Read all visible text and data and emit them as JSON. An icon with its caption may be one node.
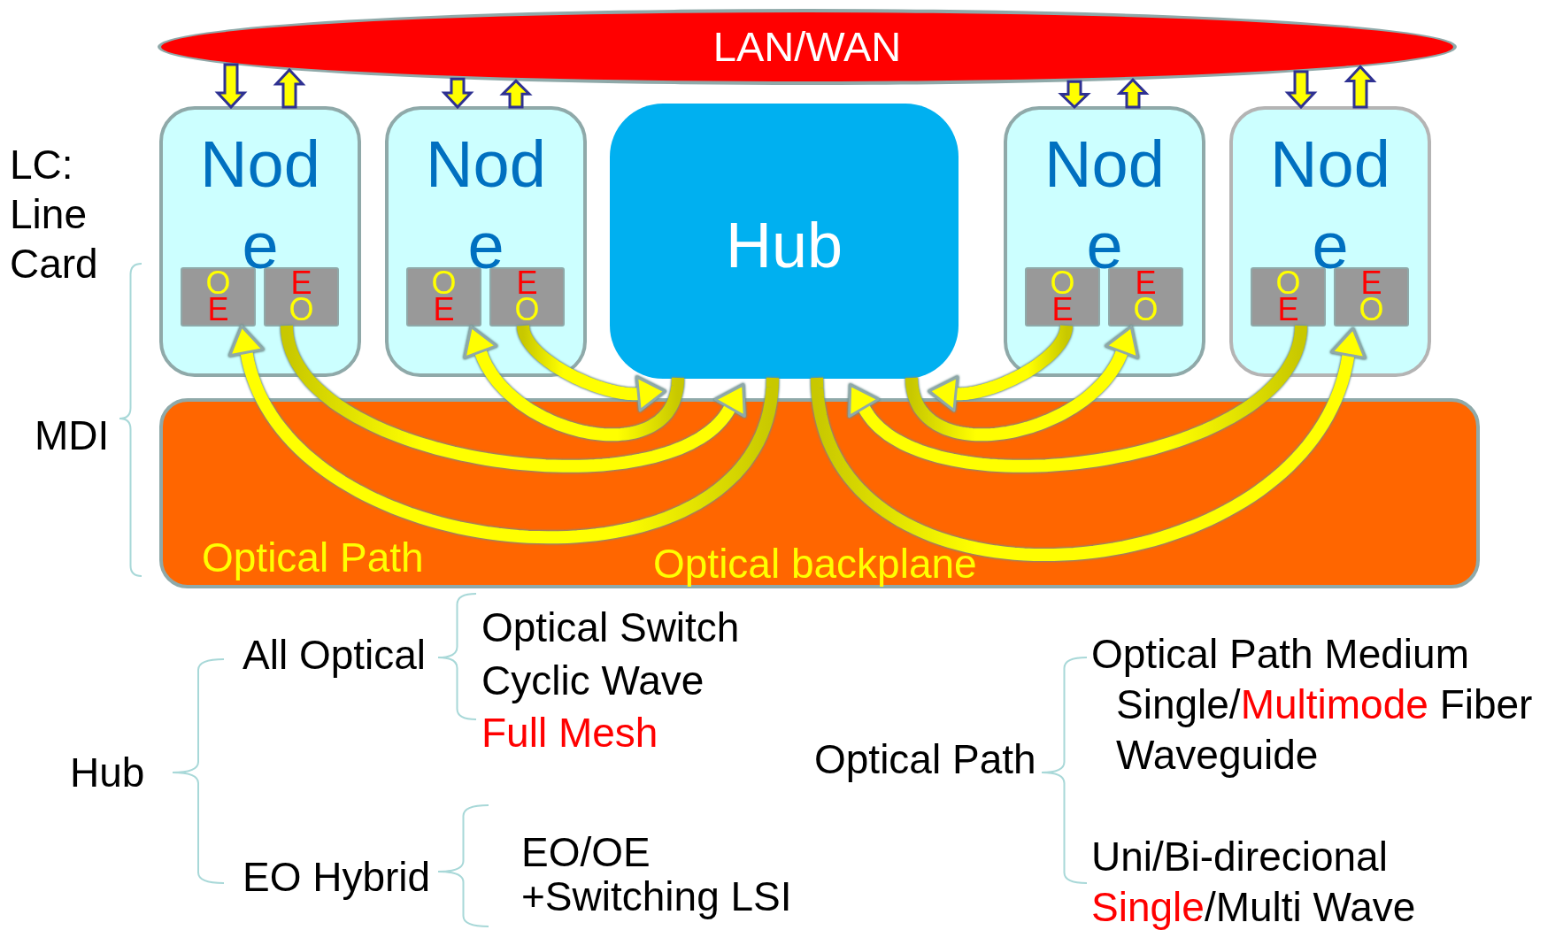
{
  "diagram": {
    "nodes": [
      {
        "text": [
          "LAN/WAN"
        ]
      },
      {
        "text": [
          "Node"
        ]
      },
      {
        "text": [
          "O",
          "E"
        ],
        "in": 1
      },
      {
        "text": [
          "E",
          "O"
        ],
        "in": 1
      },
      {
        "text": [
          "Node"
        ]
      },
      {
        "text": [
          "O",
          "E"
        ],
        "in": 4
      },
      {
        "text": [
          "E",
          "O"
        ],
        "in": 4
      },
      {
        "text": [
          "Hub"
        ]
      },
      {
        "text": [
          "Node"
        ]
      },
      {
        "text": [
          "O",
          "E"
        ],
        "in": 8
      },
      {
        "text": [
          "E",
          "O"
        ],
        "in": 8
      },
      {
        "text": [
          "Node"
        ]
      },
      {
        "text": [
          "O",
          "E"
        ],
        "in": 11
      },
      {
        "text": [
          "E",
          "O"
        ],
        "in": 11
      }
    ],
    "edges": [
      {
        "from": 0,
        "to": 1,
        "arrow": "to"
      },
      {
        "from": 1,
        "to": 0,
        "arrow": "to"
      },
      {
        "from": 0,
        "to": 4,
        "arrow": "to"
      },
      {
        "from": 4,
        "to": 0,
        "arrow": "to"
      },
      {
        "from": 0,
        "to": 8,
        "arrow": "to"
      },
      {
        "from": 8,
        "to": 0,
        "arrow": "to"
      },
      {
        "from": 0,
        "to": 11,
        "arrow": "to"
      },
      {
        "from": 11,
        "to": 0,
        "arrow": "to"
      },
      {
        "from": 3,
        "to": 7,
        "arrow": "to"
      },
      {
        "from": 7,
        "to": 2,
        "arrow": "to"
      },
      {
        "from": 6,
        "to": 7,
        "arrow": "to"
      },
      {
        "from": 7,
        "to": 5,
        "arrow": "to"
      },
      {
        "from": 7,
        "to": 13,
        "arrow": "to"
      },
      {
        "from": 12,
        "to": 7,
        "arrow": "to"
      },
      {
        "from": 7,
        "to": 10,
        "arrow": "to"
      },
      {
        "from": 9,
        "to": 7,
        "arrow": "to"
      }
    ],
    "labels": [
      "LC: Line Card",
      "MDI",
      "Optical Path",
      "Optical backplane",
      "Optical Switch",
      "All Optical",
      "Cyclic Wave",
      "Full Mesh",
      "Hub",
      "EO Hybrid",
      "EO/OE +Switching LSI",
      "Optical Path",
      "Optical Path Medium",
      "Single/Multimode Fiber",
      "Waveguide",
      "Uni/Bi-direcional",
      "Single/Multi Wave"
    ]
  }
}
